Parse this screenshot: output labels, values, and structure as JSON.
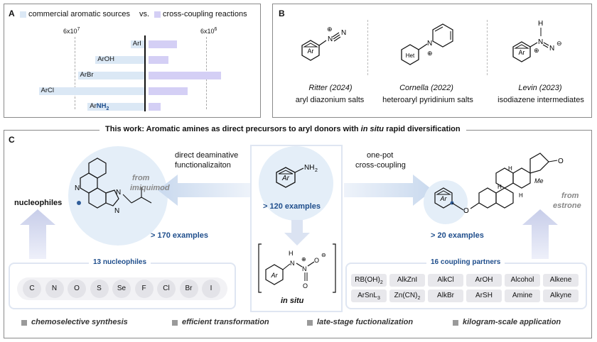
{
  "panelA": {
    "label": "A",
    "legend_left": "commercial aromatic sources",
    "legend_vs": "vs.",
    "legend_right": "cross-coupling reactions",
    "tick_left": "6x10",
    "tick_left_exp": "7",
    "tick_right": "6x10",
    "tick_right_exp": "6",
    "colors": {
      "commercial": "#dbe8f5",
      "coupling": "#d4cff5"
    }
  },
  "chart_data": {
    "type": "bar",
    "categories": [
      "ArI",
      "ArOH",
      "ArBr",
      "ArCl",
      "ArNH2"
    ],
    "series": [
      {
        "name": "commercial aromatic sources",
        "values": [
          0.35,
          1.25,
          1.7,
          2.7,
          1.45
        ]
      },
      {
        "name": "cross-coupling reactions",
        "values": [
          0.73,
          0.5,
          1.85,
          1.0,
          0.3
        ]
      }
    ],
    "left_axis_tick": "6x10^7",
    "right_axis_tick": "6x10^6"
  },
  "panelB": {
    "label": "B",
    "items": [
      {
        "author": "Ritter (2024)",
        "desc": "aryl diazonium salts",
        "ring": "Ar"
      },
      {
        "author": "Cornella (2022)",
        "desc": "heteroaryl pyridinium salts",
        "ring": "Het"
      },
      {
        "author": "Levin (2023)",
        "desc": "isodiazene intermediates",
        "ring": "Ar"
      }
    ]
  },
  "panelC": {
    "label": "C",
    "title_prefix": "This work: Aromatic amines as direct precursors to aryl donors with ",
    "title_italic": "in situ",
    "title_suffix": " rapid diversification",
    "left_arrow_text": [
      "direct deaminative",
      "functionalizaiton"
    ],
    "right_arrow_text": [
      "one-pot",
      "cross-coupling"
    ],
    "center_examples": "> 120 examples",
    "in_situ": "in situ",
    "nucleophiles_label": "nucleophiles",
    "from_imiquimod": [
      "from",
      "imiquimod"
    ],
    "left_examples": "> 170 examples",
    "right_examples": "> 20 examples",
    "from_estrone": [
      "from",
      "estrone"
    ],
    "nuc_box_title": "13 nucleophiles",
    "nucleophiles": [
      "C",
      "N",
      "O",
      "S",
      "Se",
      "F",
      "Cl",
      "Br",
      "I"
    ],
    "coupling_box_title": "16 coupling partners",
    "coupling_row1": [
      "RB(OH)2",
      "AlkZnI",
      "AlkCl",
      "ArOH",
      "Alcohol",
      "Alkene"
    ],
    "coupling_row2": [
      "ArSnL3",
      "Zn(CN)2",
      "AlkBr",
      "ArSH",
      "Amine",
      "Alkyne"
    ],
    "features": [
      "chemoselective synthesis",
      "efficient transformation",
      "late-stage fuctionalization",
      "kilogram-scale application"
    ],
    "atoms": {
      "ring_ar": "Ar",
      "nh2": "NH",
      "nh2_sub": "2",
      "me": "Me",
      "o": "O",
      "n": "N",
      "plus": "+",
      "minus": "−"
    }
  }
}
